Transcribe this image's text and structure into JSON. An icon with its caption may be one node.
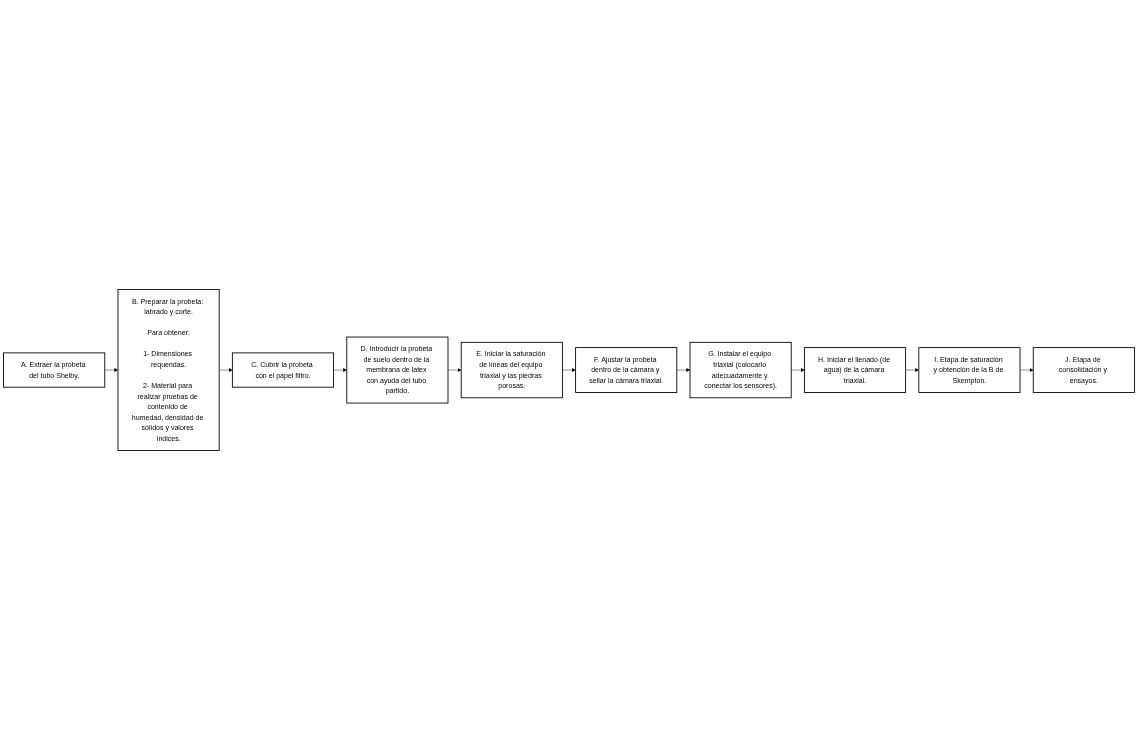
{
  "diagram": {
    "nodes": [
      {
        "text": [
          "A. Extraer la probeta del tubo Shelby."
        ]
      },
      {
        "text": [
          "B. Preparar la probeta: labrado y corte.",
          "Para obtener:",
          "1- Dimensiones requeridas.",
          "2- Material para realizar pruebas de contenido de humedad, densidad de sólidos y valores índices."
        ]
      },
      {
        "text": [
          "C. Cubrir la probeta con el papel filtro."
        ]
      },
      {
        "text": [
          "D. Introducir la probeta de suelo dentro de la membrana de latex con ayuda del tubo partido."
        ]
      },
      {
        "text": [
          "E. Iniciar la saturación de líneas del equipo triaxial y las piedras porosas."
        ]
      },
      {
        "text": [
          "F. Ajustar la probeta dentro de la cámara y sellar la cámara triaxial."
        ]
      },
      {
        "text": [
          "G. Instalar el equipo triaxial (colocarlo adecuadamente y conectar los sensores)."
        ]
      },
      {
        "text": [
          "H. Iniciar el llenado (de agua) de la cámara triaxial."
        ]
      },
      {
        "text": [
          "I. Etapa de saturación y obtención de la B de Skempton."
        ]
      },
      {
        "text": [
          "J. Etapa de consolidación y ensayos."
        ]
      }
    ],
    "edges": [
      {
        "from": 0,
        "to": 1,
        "arrow": "to"
      },
      {
        "from": 1,
        "to": 2,
        "arrow": "to"
      },
      {
        "from": 2,
        "to": 3,
        "arrow": "to"
      },
      {
        "from": 3,
        "to": 4,
        "arrow": "to"
      },
      {
        "from": 4,
        "to": 5,
        "arrow": "to"
      },
      {
        "from": 5,
        "to": 6,
        "arrow": "to"
      },
      {
        "from": 6,
        "to": 7,
        "arrow": "to"
      },
      {
        "from": 7,
        "to": 8,
        "arrow": "to"
      },
      {
        "from": 8,
        "to": 9,
        "arrow": "to"
      }
    ]
  }
}
